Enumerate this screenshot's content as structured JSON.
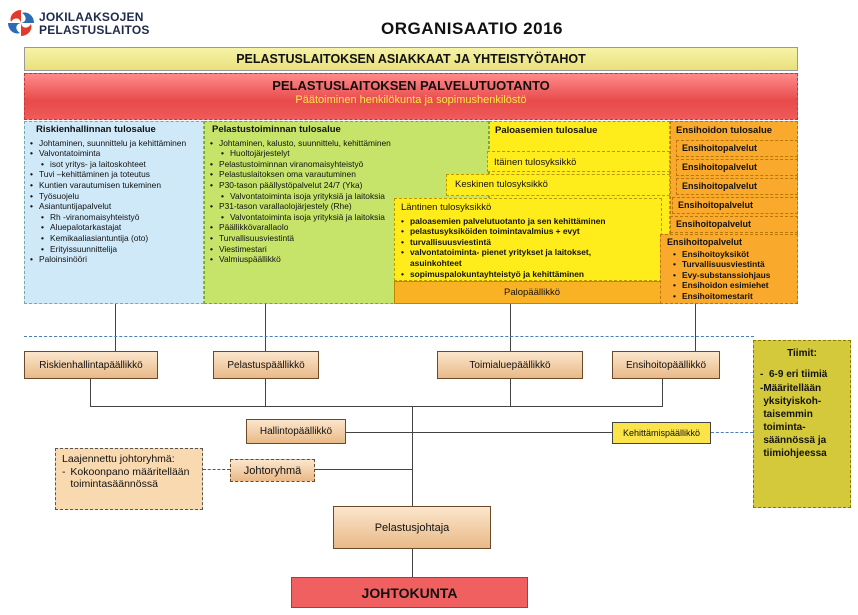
{
  "logo": {
    "line1": "JOKILAAKSOJEN",
    "line2": "PELASTUSLAITOS"
  },
  "title": "ORGANISAATIO 2016",
  "band_clients": "PELASTUSLAITOKSEN ASIAKKAAT JA YHTEISTYÖTAHOT",
  "band_service": {
    "title": "PELASTUSLAITOKSEN PALVELUTUOTANTO",
    "subtitle": "Päätoiminen henkilökunta ja sopimushenkilöstö"
  },
  "risk": {
    "header": "Riskienhallinnan tulosalue",
    "items": [
      {
        "text": "Johtaminen, suunnittelu ja kehittäminen",
        "sub": false
      },
      {
        "text": "Valvontatoiminta",
        "sub": false
      },
      {
        "text": "isot yritys- ja laitoskohteet",
        "sub": true
      },
      {
        "text": "Tuvi –kehittäminen ja toteutus",
        "sub": false
      },
      {
        "text": "Kuntien varautumisen tukeminen",
        "sub": false
      },
      {
        "text": "Työsuojelu",
        "sub": false
      },
      {
        "text": "Asiantuntijapalvelut",
        "sub": false
      },
      {
        "text": "Rh -viranomaisyhteistyö",
        "sub": true
      },
      {
        "text": "Aluepalotarkastajat",
        "sub": true
      },
      {
        "text": "Kemikaaliasiantuntija (oto)",
        "sub": true
      },
      {
        "text": "Erityissuunnittelija",
        "sub": true
      },
      {
        "text": "Paloinsinööri",
        "sub": false
      }
    ]
  },
  "rescue": {
    "header": "Pelastustoiminnan tulosalue",
    "items": [
      {
        "text": "Johtaminen, kalusto, suunnittelu, kehittäminen",
        "sub": false
      },
      {
        "text": "Huoltojärjestelyt",
        "sub": true
      },
      {
        "text": "Pelastustoiminnan viranomaisyhteistyö",
        "sub": false
      },
      {
        "text": "Pelastuslaitoksen oma varautuminen",
        "sub": false
      },
      {
        "text": "P30-tason päällystöpalvelut 24/7 (Yka)",
        "sub": false
      },
      {
        "text": "Valvontatoiminta isoja yrityksiä ja laitoksia",
        "sub": true
      },
      {
        "text": "P31-tason varallaolojärjestely (Rhe)",
        "sub": false
      },
      {
        "text": "Valvontatoiminta isoja yrityksiä ja laitoksia",
        "sub": true
      },
      {
        "text": "Päällikkövarallaolo",
        "sub": false
      },
      {
        "text": "Turvallisuusviestintä",
        "sub": false
      },
      {
        "text": "Viestimestari",
        "sub": false
      },
      {
        "text": "Valmiuspäällikkö",
        "sub": false
      }
    ]
  },
  "stations": {
    "header": "Paloasemien tulosalue",
    "east": "Itäinen tulosyksikkö",
    "central": "Keskinen tulosyksikkö",
    "west": {
      "header": "Läntinen tulosyksikkö",
      "items": [
        "paloasemien palvelutuotanto ja sen kehittäminen",
        "pelastusyksiköiden toimintavalmius + evyt",
        "turvallisuusviestintä",
        "valvontatoiminta- pienet yritykset ja laitokset, asuinkohteet",
        "sopimuspalokuntayhteistyö ja kehittäminen"
      ]
    },
    "chief": "Palopäällikkö"
  },
  "firstaid": {
    "header": "Ensihoidon tulosalue",
    "services": [
      "Ensihoitopalvelut",
      "Ensihoitopalvelut",
      "Ensihoitopalvelut",
      "Ensihoitopalvelut",
      "Ensihoitopalvelut"
    ],
    "main": {
      "header": "Ensihoitopalvelut",
      "items": [
        "Ensihoitoyksiköt",
        "Turvallisuusviestintä",
        "Evy-substanssiohjaus",
        "Ensihoidon esimiehet",
        "Ensihoitomestarit"
      ]
    }
  },
  "managers": {
    "risk": "Riskienhallintapäällikkö",
    "rescue": "Pelastuspäällikkö",
    "area": "Toimialuepäällikkö",
    "firstaid": "Ensihoitopäällikkö",
    "admin": "Hallintopäällikkö",
    "dev": "Kehittämispäällikkö",
    "group": "Johtoryhmä",
    "director": "Pelastusjohtaja",
    "board": "JOHTOKUNTA"
  },
  "teams": {
    "header": "Tiimit:",
    "items": [
      "6-9 eri tiimiä",
      "Määritellään yksityiskoh-taisemmin toiminta-säännössä ja tiimiohjeessa"
    ]
  },
  "extended": {
    "header": "Laajennettu johtoryhmä:",
    "item": "Kokoonpano määritellään toimintasäännössä"
  },
  "colors": {
    "risk": "#cfe9f9",
    "rescue": "#c6e36a",
    "stations": "#ffec1a",
    "firstaid": "#f9a92c",
    "board": "#f06060"
  }
}
